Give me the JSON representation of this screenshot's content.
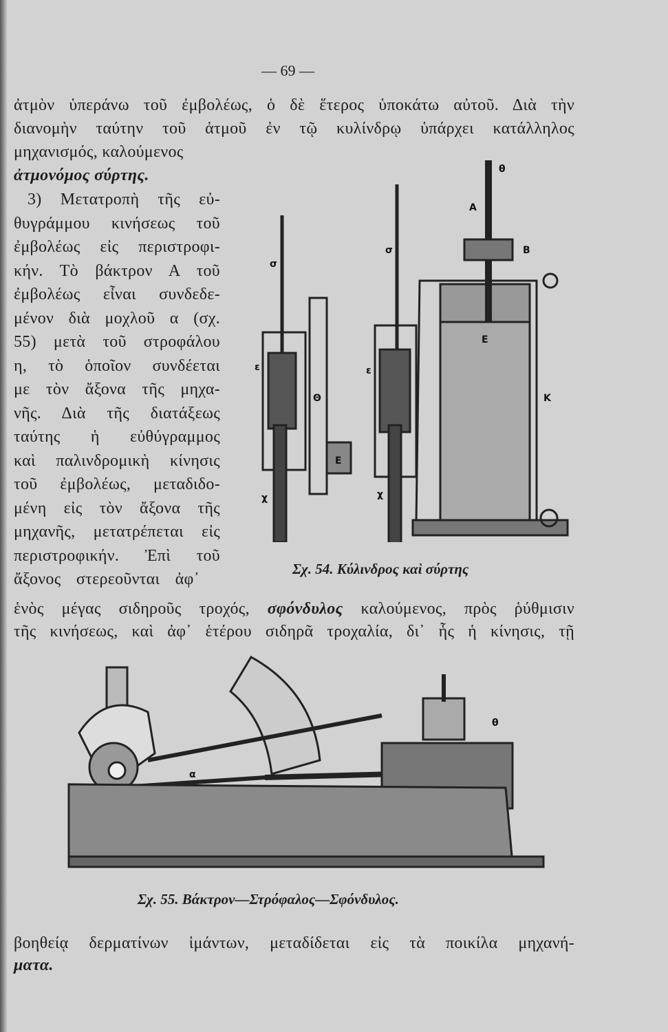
{
  "page_number": "— 69 —",
  "paragraph_top": [
    "ἀτμὸν ὑπεράνω τοῦ ἐμβολέως, ὁ δὲ ἕτερος ὑποκάτω αὐτοῦ. Διὰ τὴν",
    "διανομὴν ταύτην τοῦ ἀτμοῦ ἐν τῷ κυλίνδρῳ ὑπάρχει κατάλληλος",
    "μηχανισμός, καλούμενος"
  ],
  "term_bold": "ἀτμονόμος σύρτης.",
  "paragraph_narrow": [
    "3) Μετατροπὴ τῆς εὐ-",
    "θυγράμμου κινήσεως τοῦ",
    "ἐμβολέως εἰς περιστροφι-",
    "κήν. Τὸ βάκτρον Α τοῦ",
    "ἐμβολέως εἶναι συνδεδε-",
    "μένον διὰ μοχλοῦ α (σχ.",
    "55) μετὰ τοῦ στροφάλου",
    "η, τὸ ὁποῖον συνδέεται",
    "με τὸν ἄξονα τῆς μηχα-",
    "νῆς. Διὰ τῆς διατάξεως",
    "ταύτης ἡ εὐθύγραμμος",
    "καὶ παλινδρομικὴ κίνησις",
    "τοῦ ἐμβολέως, μεταδιδο-",
    "μένη εἰς τὸν ἄξονα τῆς",
    "μηχανῆς, μετατρέπεται εἰς",
    "περιστροφικήν. Ἐπὶ τοῦ",
    "ἄξονος στερεοῦνται ἀφ᾽"
  ],
  "line_after_1_pre": "ἑνὸς μέγας σιδηροῦς τροχός,",
  "line_after_1_bold": "σφόνδυλος",
  "line_after_1_post": "καλούμενος, πρὸς ῥύθμισιν",
  "line_after_2": "τῆς κινήσεως, καὶ ἀφ᾽ ἑτέρου σιδηρᾶ τροχαλία, δι᾽ ἧς ἡ κίνησις, τῇ",
  "figure_54": {
    "caption_num": "Σχ. 54.",
    "caption_text": "Κύλινδρος καὶ σύρτης",
    "labels": [
      "σ",
      "ε",
      "χ",
      "Θ",
      "Ε",
      "σ",
      "ε",
      "χ",
      "Α",
      "Β",
      "Ε",
      "Κ",
      "θ"
    ]
  },
  "figure_55": {
    "caption_num": "Σχ. 55.",
    "caption_text": "Βάκτρον—Στρόφαλος—Σφόνδυλος.",
    "labels": [
      "α",
      "θ"
    ]
  },
  "bottom_lines": [
    "βοηθείᾳ δερματίνων ἱμάντων, μεταδίδεται εἰς τὰ ποικίλα μηχανή-"
  ],
  "bottom_last_bold": "ματα."
}
